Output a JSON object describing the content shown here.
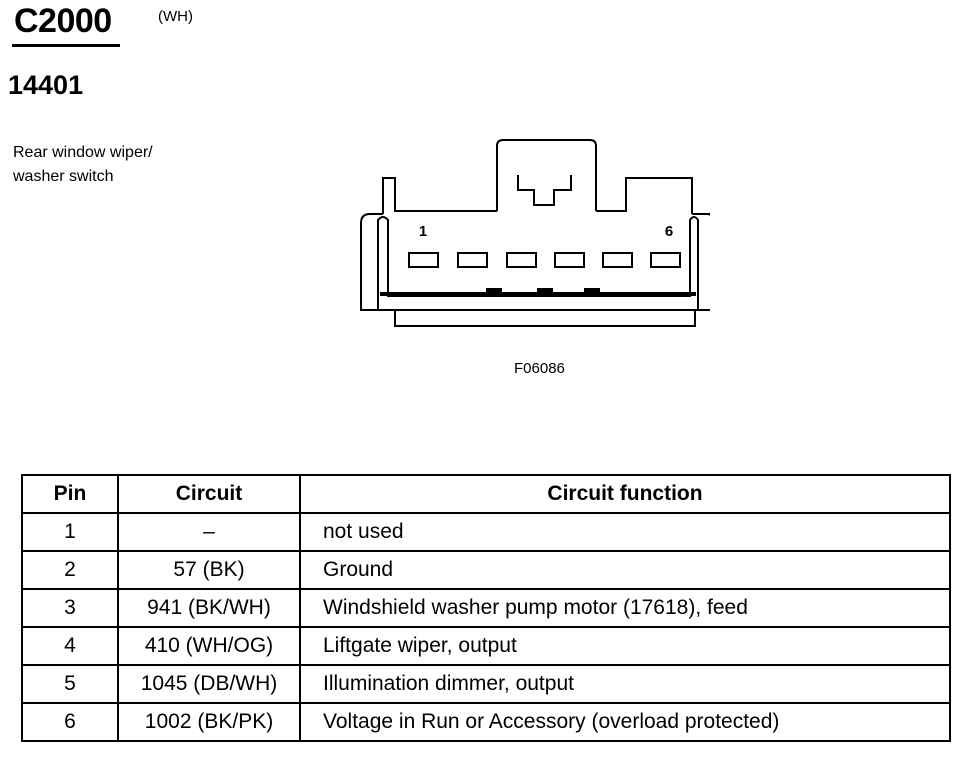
{
  "header": {
    "connector_id": "C2000",
    "color_code": "(WH)",
    "part_number": "14401",
    "description_lines": [
      "Rear window wiper/",
      "washer switch"
    ]
  },
  "diagram": {
    "pin_label_first": "1",
    "pin_label_last": "6",
    "figure_id": "F06086"
  },
  "table": {
    "headers": [
      "Pin",
      "Circuit",
      "Circuit function"
    ],
    "rows": [
      {
        "pin": "1",
        "circuit": "–",
        "function": "not used"
      },
      {
        "pin": "2",
        "circuit": "57 (BK)",
        "function": "Ground"
      },
      {
        "pin": "3",
        "circuit": "941 (BK/WH)",
        "function": "Windshield washer pump motor (17618), feed"
      },
      {
        "pin": "4",
        "circuit": "410 (WH/OG)",
        "function": "Liftgate wiper, output"
      },
      {
        "pin": "5",
        "circuit": "1045 (DB/WH)",
        "function": "Illumination dimmer, output"
      },
      {
        "pin": "6",
        "circuit": "1002 (BK/PK)",
        "function": "Voltage in Run or Accessory (overload protected)"
      }
    ]
  }
}
